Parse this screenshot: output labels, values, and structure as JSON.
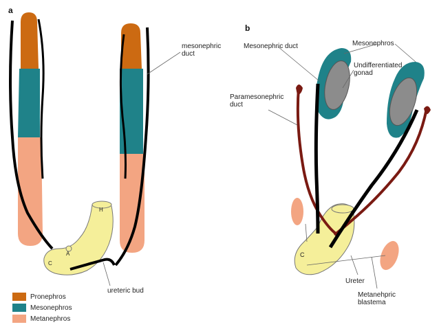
{
  "panels": {
    "a": "a",
    "b": "b"
  },
  "colors": {
    "pronephros": "#cc6a12",
    "mesonephros": "#1f8289",
    "metanephros": "#f3a582",
    "cloaca": "#f5ef9a",
    "duct": "#000000",
    "paramesonephric": "#7a1a12",
    "gonad": "#8c8c8c"
  },
  "labels_a": {
    "mesonephric_duct_line1": "mesonephric",
    "mesonephric_duct_line2": "duct",
    "ureteric_bud": "ureteric bud",
    "cloaca_letter_c": "C",
    "letter_a": "A",
    "letter_h": "H"
  },
  "labels_b": {
    "mesonephric_duct": "Mesonephric duct",
    "mesonephros": "Mesonephros",
    "undifferentiated_line1": "Undifferentiated",
    "undifferentiated_line2": "gonad",
    "paramesonephric_line1": "Paramesonephric",
    "paramesonephric_line2": "duct",
    "cloaca_letter_c": "C",
    "ureter": "Ureter",
    "metanephric_line1": "Metanehpric",
    "metanephric_line2": "blastema"
  },
  "legend": [
    {
      "label": "Pronephros",
      "color": "#cc6a12"
    },
    {
      "label": "Mesonephros",
      "color": "#1f8289"
    },
    {
      "label": "Metanephros",
      "color": "#f3a582"
    }
  ]
}
